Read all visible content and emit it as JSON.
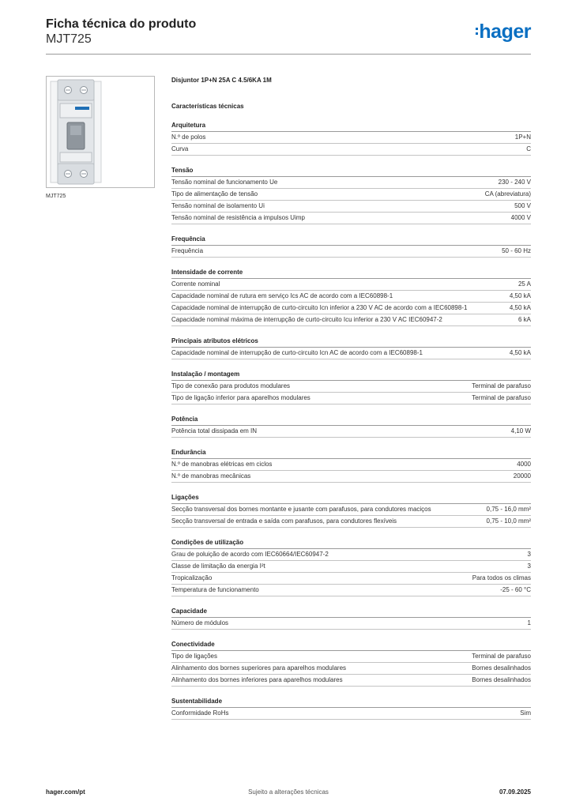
{
  "header": {
    "title": "Ficha técnica do produto",
    "code": "MJT725",
    "brand": "hager"
  },
  "image": {
    "caption": "MJT725"
  },
  "product": {
    "name": "Disjuntor 1P+N 25A C 4.5/6KA 1M",
    "tech_heading": "Características técnicas"
  },
  "sections": [
    {
      "title": "Arquitetura",
      "rows": [
        {
          "label": "N.º de polos",
          "value": "1P+N"
        },
        {
          "label": "Curva",
          "value": "C"
        }
      ]
    },
    {
      "title": "Tensão",
      "rows": [
        {
          "label": "Tensão nominal de funcionamento Ue",
          "value": "230 - 240 V"
        },
        {
          "label": "Tipo de alimentação de tensão",
          "value": "CA (abreviatura)"
        },
        {
          "label": "Tensão nominal de isolamento Ui",
          "value": "500 V"
        },
        {
          "label": "Tensão nominal de resistência a impulsos Uimp",
          "value": "4000 V"
        }
      ]
    },
    {
      "title": "Frequência",
      "rows": [
        {
          "label": "Frequência",
          "value": "50 - 60 Hz"
        }
      ]
    },
    {
      "title": "Intensidade de corrente",
      "rows": [
        {
          "label": "Corrente nominal",
          "value": "25 A"
        },
        {
          "label": "Capacidade nominal de rutura em serviço Ics AC de acordo com a IEC60898-1",
          "value": "4,50 kA"
        },
        {
          "label": "Capacidade nominal de interrupção de curto-circuito Icn inferior a 230 V AC de acordo com a IEC60898-1",
          "value": "4,50 kA"
        },
        {
          "label": "Capacidade nominal máxima de interrupção de curto-circuito Icu inferior a 230 V AC IEC60947-2",
          "value": "6 kA"
        }
      ]
    },
    {
      "title": "Principais atributos elétricos",
      "rows": [
        {
          "label": "Capacidade nominal de interrupção de curto-circuito Icn AC de acordo com a IEC60898-1",
          "value": "4,50 kA"
        }
      ]
    },
    {
      "title": "Instalação / montagem",
      "rows": [
        {
          "label": "Tipo de conexão para produtos modulares",
          "value": "Terminal de parafuso"
        },
        {
          "label": "Tipo de ligação inferior para aparelhos modulares",
          "value": "Terminal de parafuso"
        }
      ]
    },
    {
      "title": "Potência",
      "rows": [
        {
          "label": "Potência total dissipada em IN",
          "value": "4,10 W"
        }
      ]
    },
    {
      "title": "Endurância",
      "rows": [
        {
          "label": "N.º de manobras elétricas em ciclos",
          "value": "4000"
        },
        {
          "label": "N.º de manobras mecânicas",
          "value": "20000"
        }
      ]
    },
    {
      "title": "Ligações",
      "rows": [
        {
          "label": "Secção transversal dos bornes montante e jusante com parafusos, para condutores maciços",
          "value": "0,75 - 16,0 mm²"
        },
        {
          "label": "Secção transversal de entrada e saída com parafusos, para condutores flexíveis",
          "value": "0,75 - 10,0 mm²"
        }
      ]
    },
    {
      "title": "Condições de utilização",
      "rows": [
        {
          "label": "Grau de poluição de acordo com IEC60664/IEC60947-2",
          "value": "3"
        },
        {
          "label": "Classe de limitação da energia I²t",
          "value": "3"
        },
        {
          "label": "Tropicalização",
          "value": "Para todos os climas"
        },
        {
          "label": "Temperatura de funcionamento",
          "value": "-25 - 60 °C"
        }
      ]
    },
    {
      "title": "Capacidade",
      "rows": [
        {
          "label": "Número de módulos",
          "value": "1"
        }
      ]
    },
    {
      "title": "Conectividade",
      "rows": [
        {
          "label": "Tipo de ligações",
          "value": "Terminal de parafuso"
        },
        {
          "label": "Alinhamento dos bornes superiores para aparelhos modulares",
          "value": "Bornes desalinhados"
        },
        {
          "label": "Alinhamento dos bornes inferiores para aparelhos modulares",
          "value": "Bornes desalinhados"
        }
      ]
    },
    {
      "title": "Sustentabilidade",
      "rows": [
        {
          "label": "Conformidade RoHs",
          "value": "Sim"
        }
      ]
    }
  ],
  "footer": {
    "website": "hager.com/pt",
    "note": "Sujeito a alterações técnicas",
    "date": "07.09.2025"
  },
  "colors": {
    "brand": "#0a6fc2",
    "rule": "#9a9a9a"
  }
}
